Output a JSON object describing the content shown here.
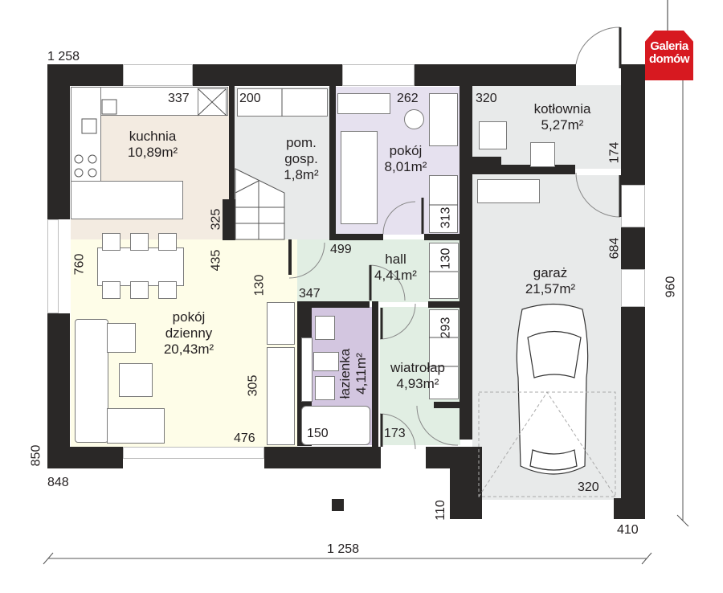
{
  "logo": {
    "line1": "Galeria",
    "line2": "domów",
    "color": "#d71920"
  },
  "colors": {
    "wall": "#2a2827",
    "kuchnia": "#f3ebe1",
    "pom_gosp": "#e8eaea",
    "pokoj": "#e6e1ef",
    "kotlownia": "#e8eaea",
    "hall": "#e1eee3",
    "pokoj_dzienny": "#fefde8",
    "lazienka": "#d3c6e0",
    "wiatrolap": "#e1eee3",
    "garaz": "#e8eaea"
  },
  "rooms": {
    "kuchnia": {
      "name": "kuchnia",
      "area": "10,89m²"
    },
    "pom_gosp": {
      "name1": "pom.",
      "name2": "gosp.",
      "area": "1,8m²"
    },
    "pokoj": {
      "name": "pokój",
      "area": "8,01m²"
    },
    "kotlownia": {
      "name": "kotłownia",
      "area": "5,27m²"
    },
    "hall": {
      "name": "hall",
      "area": "4,41m²"
    },
    "pokoj_dzienny": {
      "name1": "pokój",
      "name2": "dzienny",
      "area": "20,43m²"
    },
    "lazienka": {
      "name": "łazienka",
      "area": "4,11m²"
    },
    "wiatrolap": {
      "name": "wiatrołap",
      "area": "4,93m²"
    },
    "garaz": {
      "name": "garaż",
      "area": "21,57m²"
    }
  },
  "dimensions": {
    "top_left": "1 258",
    "kitchen_337": "337",
    "pom_200": "200",
    "pokoj_262": "262",
    "kotl_320": "320",
    "kotl_174": "174",
    "pokoj_313": "313",
    "kitchen_325": "325",
    "dining_435": "435",
    "dining_760": "760",
    "hall_499": "499",
    "hall_130": "130",
    "hall_130v": "130",
    "hall_347": "347",
    "garage_684": "684",
    "total_960": "960",
    "wiatr_293": "293",
    "living_305": "305",
    "living_476": "476",
    "bath_150": "150",
    "wiatr_173": "173",
    "garage_320": "320",
    "left_850": "850",
    "left_848": "848",
    "bottom_110": "110",
    "right_410": "410",
    "bottom_total": "1 258"
  }
}
